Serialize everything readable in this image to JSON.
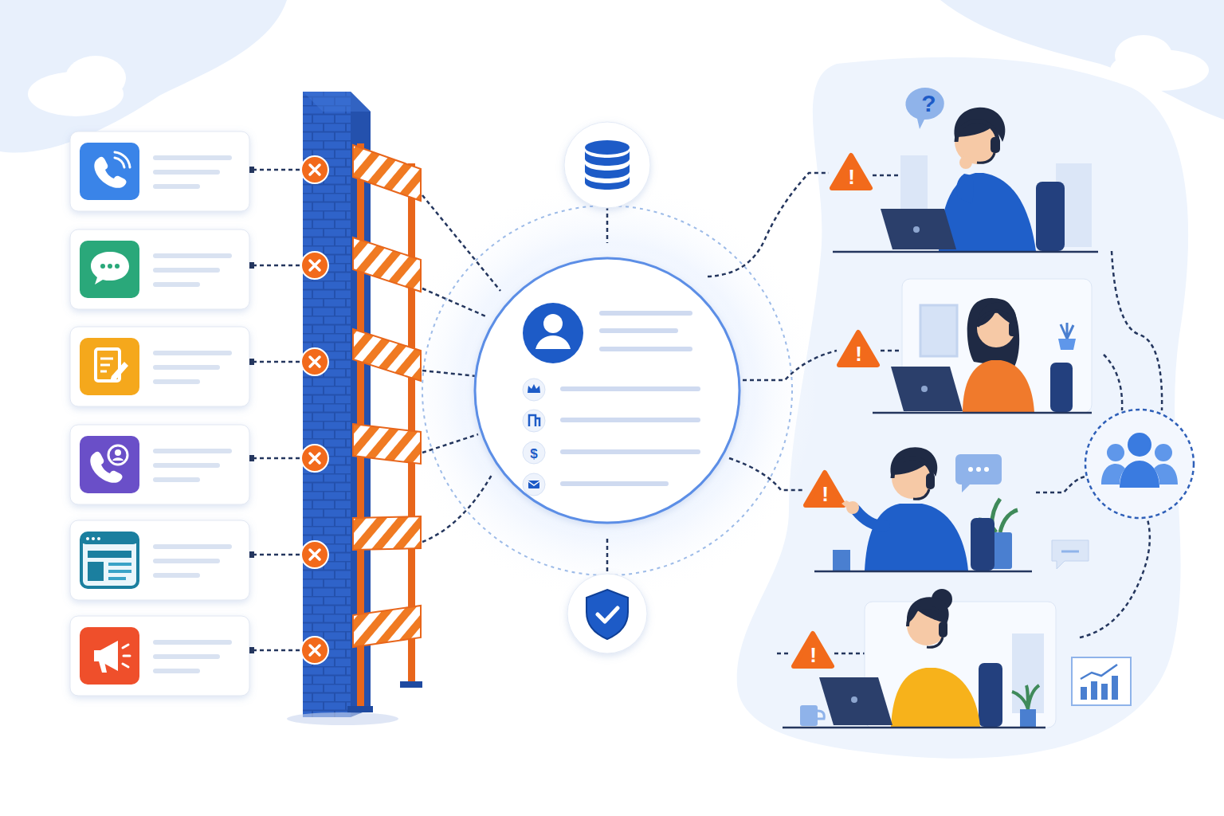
{
  "diagram": {
    "labels": [
      "?",
      "!",
      "!",
      "!",
      "!",
      "$"
    ]
  }
}
